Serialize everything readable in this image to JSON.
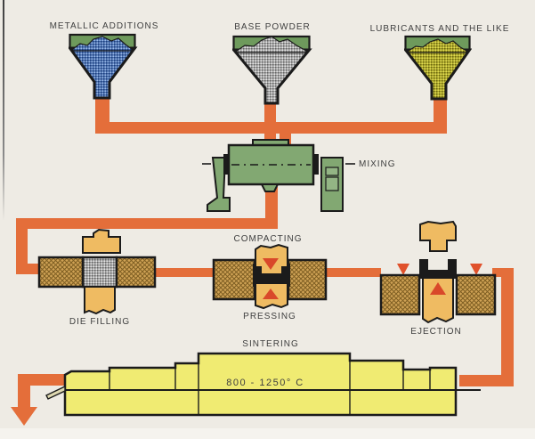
{
  "diagram": {
    "hoppers": [
      {
        "label": "METALLIC ADDITIONS",
        "powder": "blue-speckle"
      },
      {
        "label": "BASE POWDER",
        "powder": "gray-speckle"
      },
      {
        "label": "LUBRICANTS AND THE LIKE",
        "powder": "olive-speckle"
      }
    ],
    "mixing": {
      "label": "MIXING"
    },
    "compacting": {
      "label": "COMPACTING"
    },
    "die_filling": {
      "label": "DIE FILLING"
    },
    "pressing": {
      "label": "PRESSING"
    },
    "ejection": {
      "label": "EJECTION"
    },
    "sintering": {
      "label": "SINTERING",
      "temperature": "800 - 1250° C"
    }
  },
  "colors": {
    "pipe_orange": "#E46E3A",
    "machine_green": "#82A872",
    "furnace_yellow": "#F0EB72",
    "punch_tan": "#EFBB62",
    "die_hatch_tan": "#CFA255",
    "compact_black": "#1B1B1B",
    "direction_triangle_red": "#D9482A",
    "powder_blue": "#4A72B4",
    "powder_gray": "#9A9A9A",
    "powder_olive": "#B0AB2E",
    "background": "#EEEBE4"
  }
}
